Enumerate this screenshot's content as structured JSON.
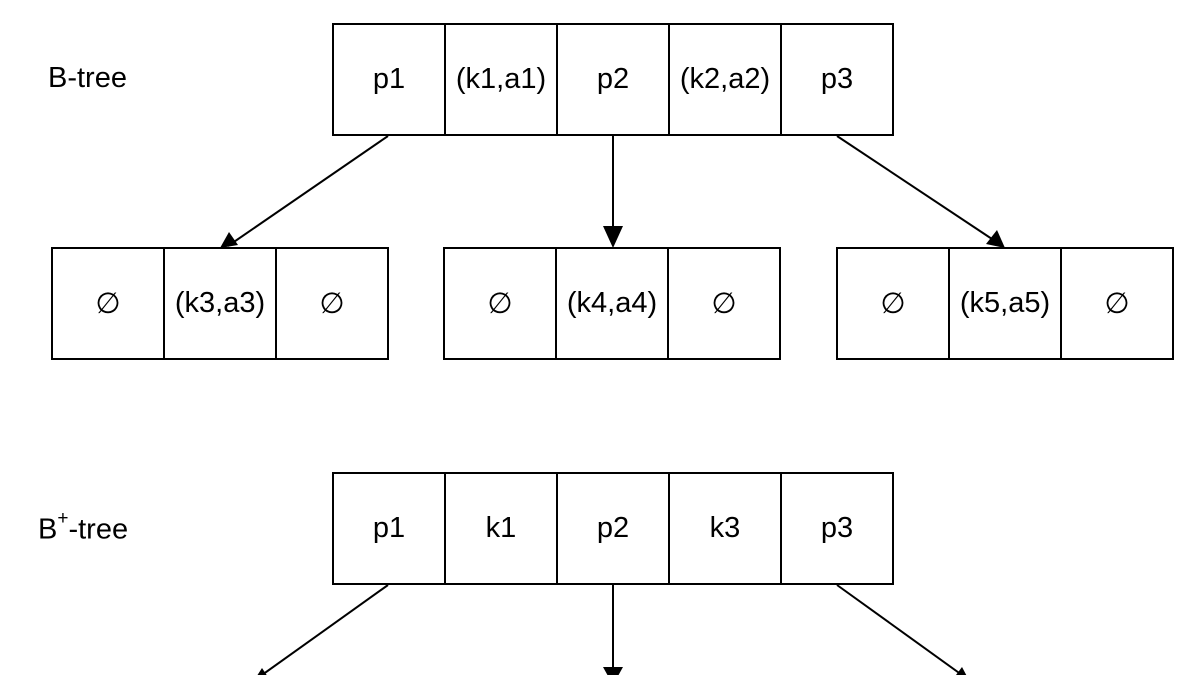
{
  "btree": {
    "label": "B-tree",
    "root": [
      "p1",
      "(k1,a1)",
      "p2",
      "(k2,a2)",
      "p3"
    ],
    "children": [
      [
        "∅",
        "(k3,a3)",
        "∅"
      ],
      [
        "∅",
        "(k4,a4)",
        "∅"
      ],
      [
        "∅",
        "(k5,a5)",
        "∅"
      ]
    ]
  },
  "bplustree": {
    "label_prefix": "B",
    "label_sup": "+",
    "label_suffix": "-tree",
    "root": [
      "p1",
      "k1",
      "p2",
      "k3",
      "p3"
    ]
  },
  "colors": {
    "stroke": "#000000",
    "fill": "#ffffff"
  }
}
